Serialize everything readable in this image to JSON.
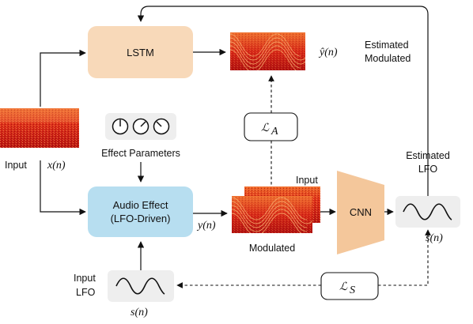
{
  "nodes": {
    "lstm": "LSTM",
    "audio_effect_line1": "Audio Effect",
    "audio_effect_line2": "(LFO-Driven)",
    "cnn": "CNN"
  },
  "labels": {
    "input": "Input",
    "x_n": "x(n)",
    "effect_parameters": "Effect Parameters",
    "y_hat_n": "ŷ(n)",
    "estimated_modulated_line1": "Estimated",
    "estimated_modulated_line2": "Modulated",
    "estimated_lfo_line1": "Estimated",
    "estimated_lfo_line2": "LFO",
    "y_n": "y(n)",
    "modulated": "Modulated",
    "input_spec": "Input",
    "s_hat_n": "ŝ(n)",
    "input_lfo_line1": "Input",
    "input_lfo_line2": "LFO",
    "s_n": "s(n)"
  },
  "losses": {
    "loss_a_symbol": "ℒ",
    "loss_a_sub": "A",
    "loss_s_symbol": "ℒ",
    "loss_s_sub": "S"
  },
  "colors": {
    "lstm_fill": "#f8d9b9",
    "effect_fill": "#b7def0",
    "cnn_fill": "#f4c79b",
    "spec_dark": "#b01010",
    "spec_bright": "#f0a040"
  }
}
